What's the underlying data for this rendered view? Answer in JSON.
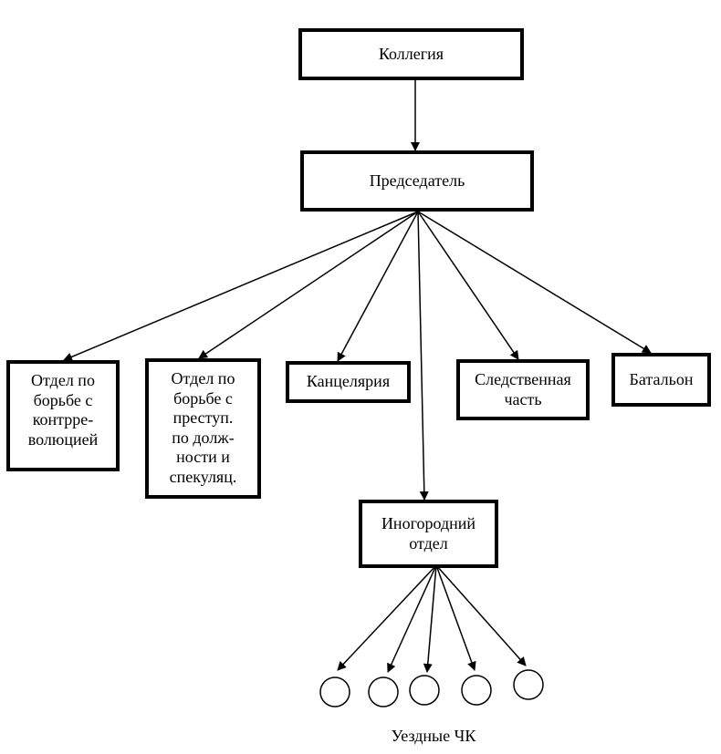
{
  "nodes": {
    "kollegia": "Коллегия",
    "predsedatel": "Председатель",
    "otdel_kontr": "Отдел по\nборьбе с\nконтрре-\nволюцией",
    "otdel_prest": "Отдел по\nборьбе с\nпреступ.\nпо долж-\nности и\nспекуляц.",
    "kantselyaria": "Канцелярия",
    "sledstvennaya": "Следственная\nчасть",
    "batalon": "Батальон",
    "inogorodniy": "Иногородний\nотдел"
  },
  "caption": "Уездные ЧК",
  "uezd_circle_count": 5
}
